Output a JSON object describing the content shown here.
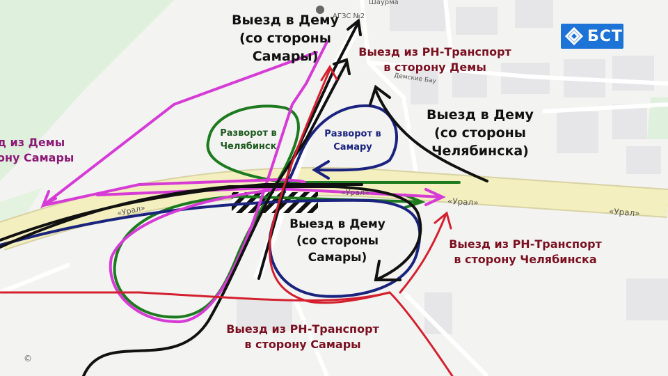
{
  "labels": {
    "dema_from_samara_top": [
      "Выезд в Дему",
      "(со стороны",
      "Самары)"
    ],
    "rn_to_dema": [
      "Выезд из РН-Транспорт",
      "в сторону Демы"
    ],
    "dema_from_chelyabinsk": [
      "Выезд в Дему",
      "(со стороны",
      "Челябинска)"
    ],
    "from_dema_to_samara": [
      "д из Демы",
      "ону Самары"
    ],
    "uturn_chelyabinsk": [
      "Разворот в",
      "Челябинск"
    ],
    "uturn_samara": [
      "Разворот в",
      "Самару"
    ],
    "dema_from_samara_center": [
      "Выезд в Дему",
      "(со стороны",
      "Самары)"
    ],
    "rn_to_chelyabinsk": [
      "Выезд из РН-Транспорт",
      "в сторону Челябинска"
    ],
    "rn_to_samara": [
      "Выезд из РН-Транспорт",
      "в сторону Самары"
    ]
  },
  "map": {
    "poi_top": "Шаурма",
    "gas_station": "АГЗС №2",
    "street_small": "Демские Бау",
    "road_name_right": "«Урал»",
    "road_name_mid": "«Урал»",
    "road_name_left": "«Урал»",
    "road_name_center": "«Урал»"
  },
  "logo": {
    "text": "БСТ"
  },
  "copyright": "©",
  "colors": {
    "black": "#111111",
    "red": "#d4202e",
    "magenta": "#d63bd6",
    "green": "#1e7a1e",
    "navy": "#1a237e",
    "road": "#f4efbe",
    "brand": "#1d73d6"
  }
}
